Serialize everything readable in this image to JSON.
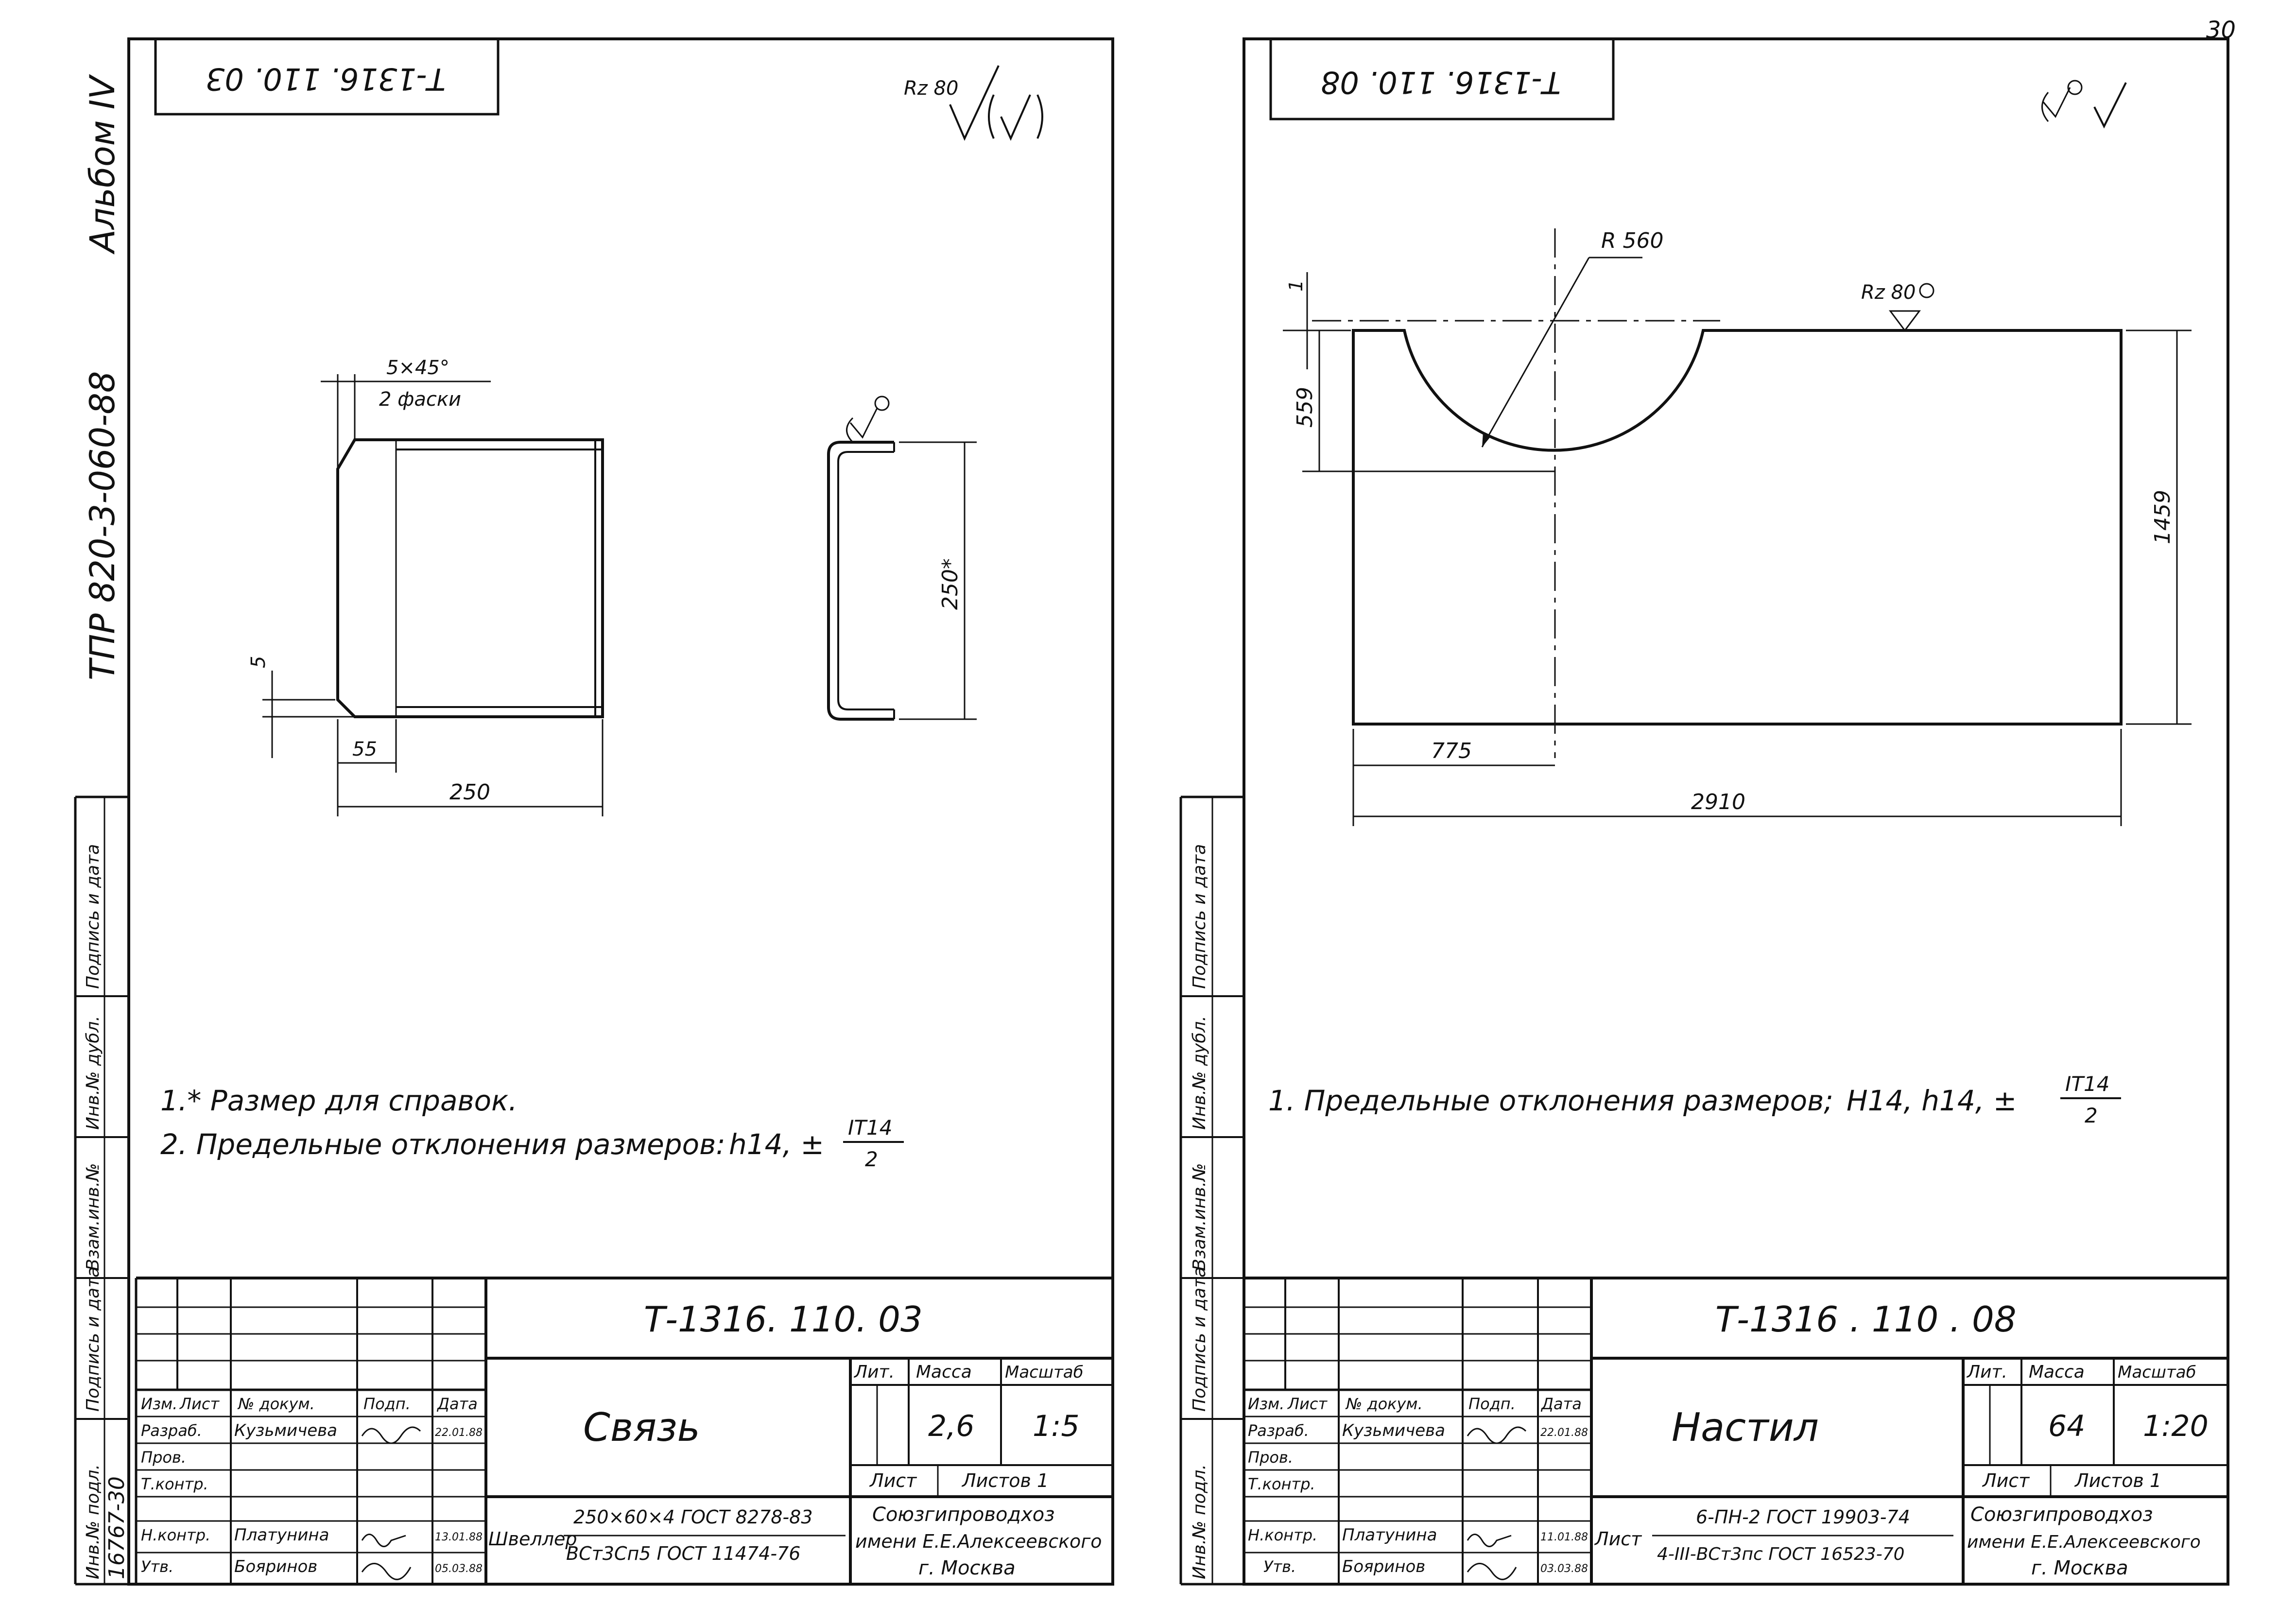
{
  "page_number": "30",
  "margin": {
    "album": "Альбом IV",
    "project_code": "ТПР 820-3-060-88",
    "side_labels": [
      "Подпись и дата",
      "Инв.№ дубл.",
      "Взам.инв.№",
      "Подпись и дата",
      "Инв.№ подл."
    ],
    "inv_number": "16767-30"
  },
  "sheet1": {
    "top_code": "Т-1316. 110. 03",
    "roughness": "Rz 80",
    "notes": [
      "1.* Размер для справок.",
      "2. Предельные отклонения размеров:",
      "h14, ±",
      "IT14",
      "2"
    ],
    "dims": {
      "chamfer_size": "5×45°",
      "chamfer_note": "2 фаски",
      "w250": "250",
      "w55": "55",
      "h5": "5",
      "h250": "250*"
    },
    "title_block": {
      "doc_code": "Т-1316. 110. 03",
      "part_name": "Связь",
      "header_labels": [
        "Изм.",
        "Лист",
        "№ докум.",
        "Подп.",
        "Дата"
      ],
      "lit_label": "Лит.",
      "mass_label": "Масса",
      "scale_label": "Масштаб",
      "mass": "2,6",
      "scale": "1:5",
      "sheet_label": "Лист",
      "sheets_label": "Листов 1",
      "roles": [
        "Разраб.",
        "Пров.",
        "Т.контр.",
        "Н.контр.",
        "Утв."
      ],
      "names": [
        "Кузьмичева",
        "Платунина",
        "Бояринов"
      ],
      "dates": [
        "22.01.88",
        "13.01.88",
        "05.03.88"
      ],
      "material_label": "Швеллер",
      "material_line1": "250×60×4 ГОСТ 8278-83",
      "material_line2": "ВСт3Сп5 ГОСТ 11474-76",
      "org_line1": "Союзгипроводхоз",
      "org_line2": "имени Е.Е.Алексеевского",
      "org_line3": "г. Москва"
    }
  },
  "sheet2": {
    "top_code": "Т-1316. 110. 08",
    "notes": [
      "1. Предельные отклонения размеров;",
      "Н14, h14, ±",
      "IT14",
      "2"
    ],
    "dims": {
      "radius": "R 560",
      "roughness": "Rz 80",
      "one": "1",
      "h559": "559",
      "h1459": "1459",
      "w775": "775",
      "w2910": "2910"
    },
    "title_block": {
      "doc_code": "Т-1316 . 110 . 08",
      "part_name": "Настил",
      "header_labels": [
        "Изм.",
        "Лист",
        "№ докум.",
        "Подп.",
        "Дата"
      ],
      "lit_label": "Лит.",
      "mass_label": "Масса",
      "scale_label": "Масштаб",
      "mass": "64",
      "scale": "1:20",
      "sheet_label": "Лист",
      "sheets_label": "Листов 1",
      "roles": [
        "Разраб.",
        "Пров.",
        "Т.контр.",
        "Н.контр.",
        "Утв."
      ],
      "names": [
        "Кузьмичева",
        "Платунина",
        "Бояринов"
      ],
      "dates": [
        "22.01.88",
        "11.01.88",
        "03.03.88"
      ],
      "material_label": "Лист",
      "material_line1": "6-ПН-2 ГОСТ 19903-74",
      "material_line2": "4-III-ВСт3пс ГОСТ 16523-70",
      "org_line1": "Союзгипроводхоз",
      "org_line2": "имени Е.Е.Алексеевского",
      "org_line3": "г. Москва"
    }
  }
}
